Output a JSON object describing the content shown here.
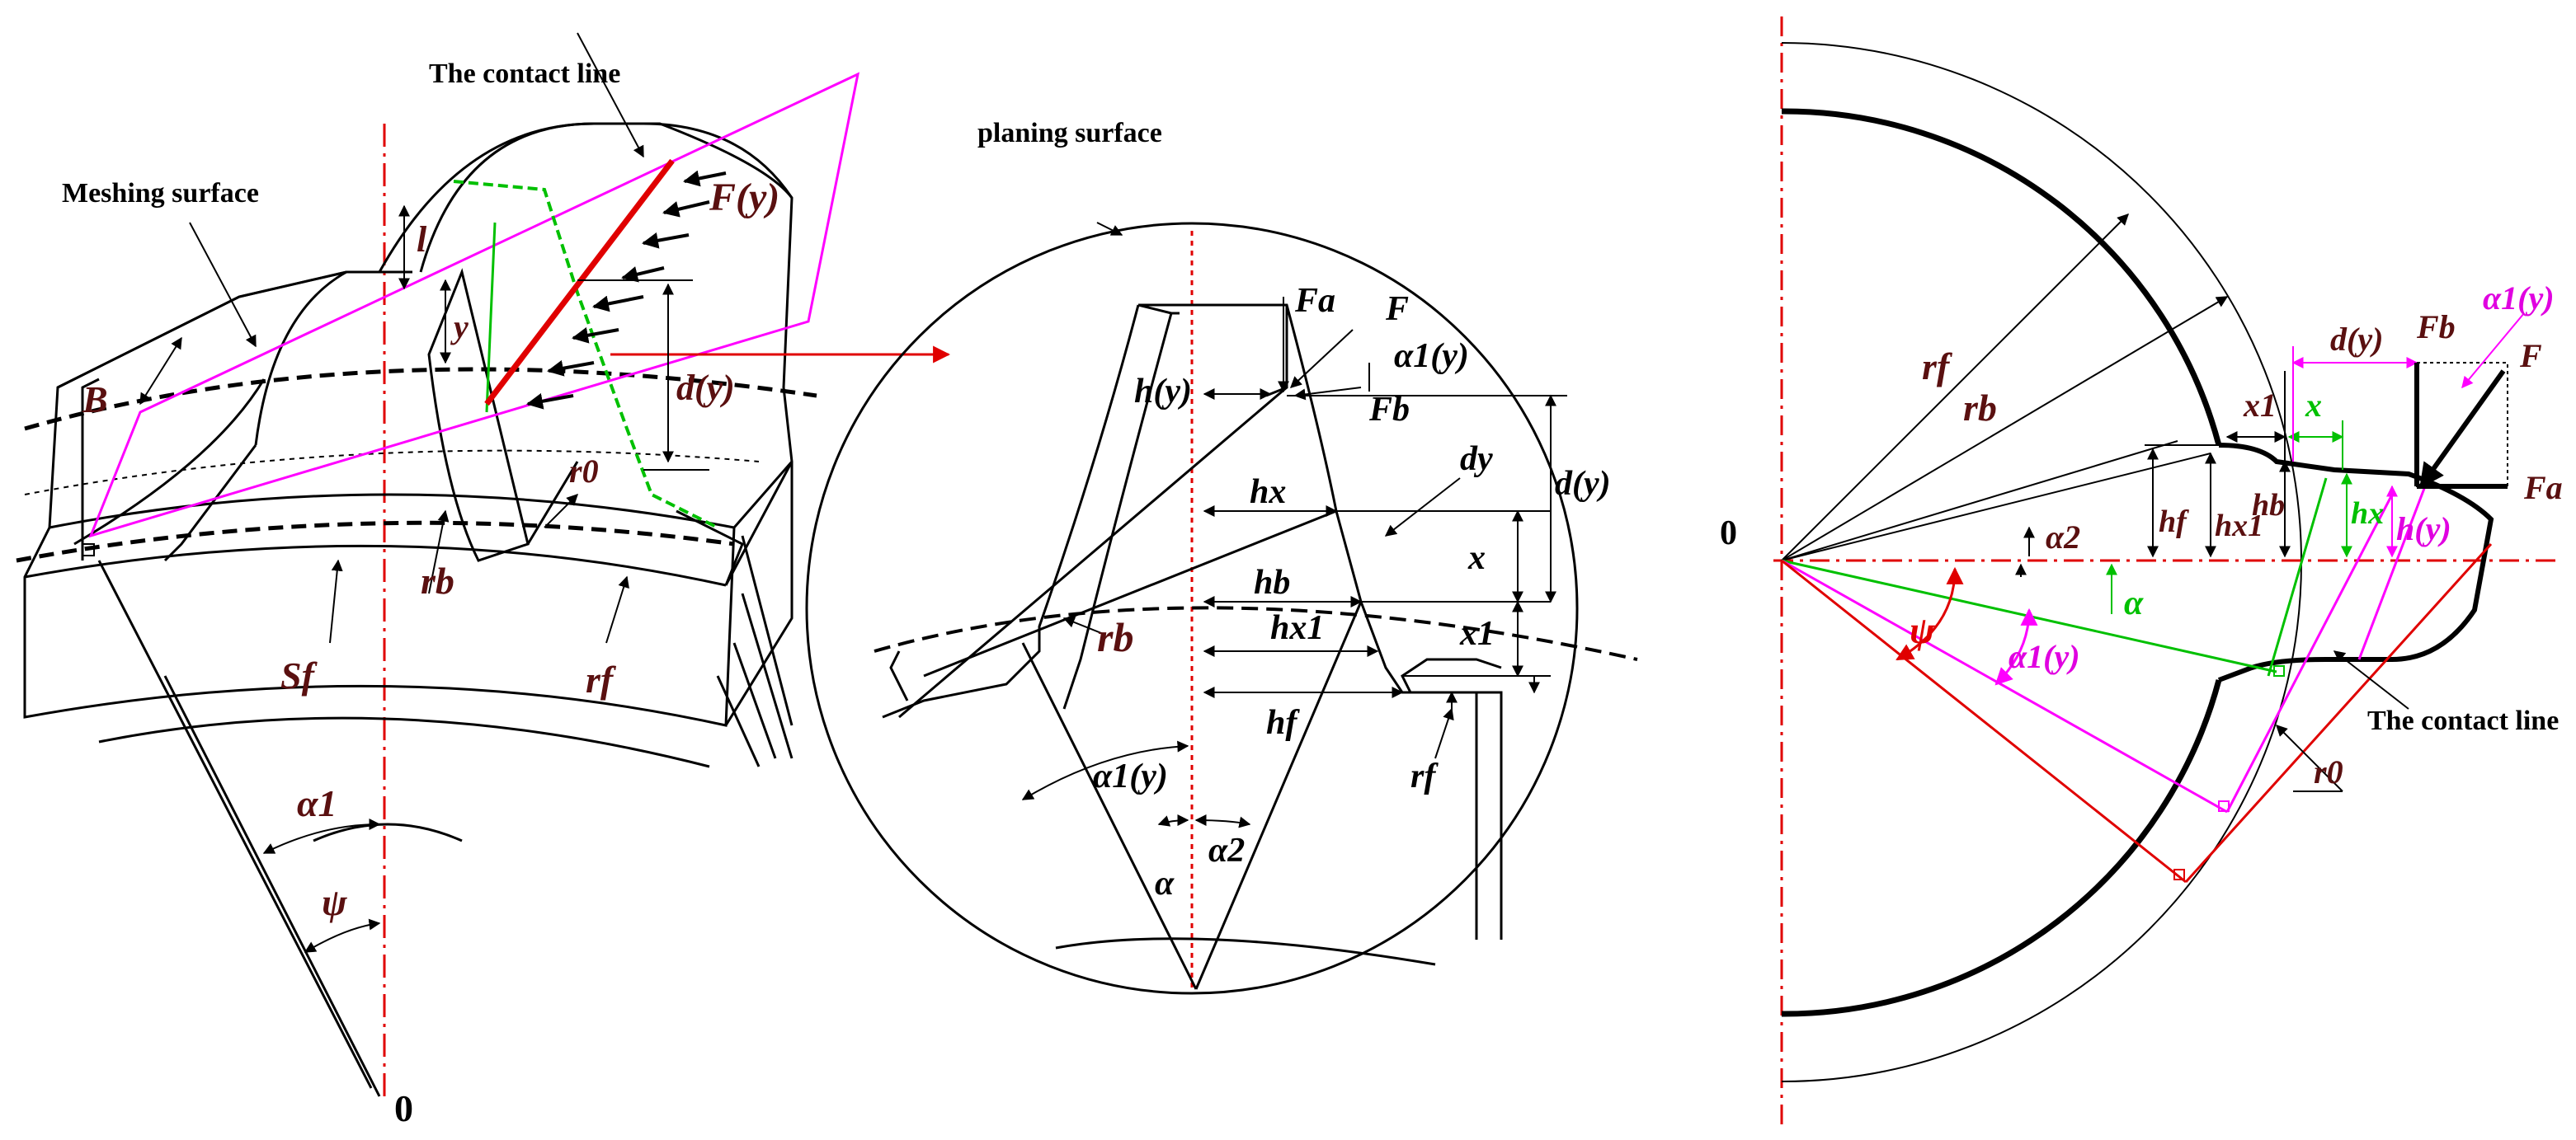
{
  "colors": {
    "axis": "#e00000",
    "magenta": "#ff00ff",
    "green": "#00c000",
    "maroon": "#5a1010",
    "black": "#000000"
  },
  "left_panel": {
    "contact_line_label": "The contact line",
    "meshing_surface_label": "Meshing surface",
    "F_y": "F(y)",
    "l": "l",
    "y": "y",
    "d_y": "d(y)",
    "B": "B",
    "r0": "r0",
    "rb": "rb",
    "rf": "rf",
    "Sf": "Sf",
    "alpha1": "α1",
    "psi": "ψ",
    "origin": "0"
  },
  "middle_panel": {
    "planing_surface_label": "planing surface",
    "Fa": "Fa",
    "F": "F",
    "alpha1_y_top": "α1(y)",
    "h_y": "h(y)",
    "Fb": "Fb",
    "dy": "dy",
    "d_y": "d(y)",
    "hx": "hx",
    "x": "x",
    "hb": "hb",
    "rb": "rb",
    "hx1": "hx1",
    "x1": "x1",
    "hf": "hf",
    "rf": "rf",
    "alpha1_y_bottom": "α1(y)",
    "alpha2": "α2",
    "alpha": "α"
  },
  "right_panel": {
    "origin": "0",
    "rf": "rf",
    "rb": "rb",
    "x1": "x1",
    "x": "x",
    "d_y": "d(y)",
    "Fb": "Fb",
    "alpha1_y_top": "α1(y)",
    "F": "F",
    "Fa": "Fa",
    "hf": "hf",
    "hx1": "hx1",
    "hb": "hb",
    "hx": "hx",
    "h_y": "h(y)",
    "alpha2": "α2",
    "alpha": "α",
    "psi": "ψ",
    "alpha1_y": "α1(y)",
    "contact_line_label": "The contact line",
    "r0": "r0"
  }
}
